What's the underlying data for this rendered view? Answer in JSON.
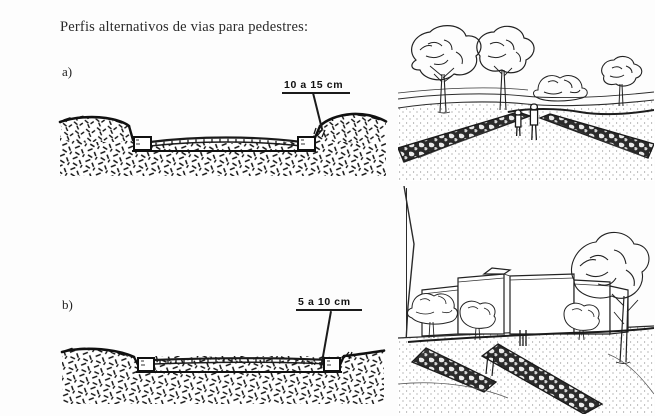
{
  "document": {
    "title": "Perfis alternativos de vias para pedestres:",
    "language": "pt-BR",
    "background_color": "#fdfdfd",
    "ink_color": "#1a1a1a"
  },
  "panels": [
    {
      "id": "a",
      "label": "a)",
      "dimension_callout": "10 a 15 cm",
      "cross_section": {
        "name": "cross-section-profile-a",
        "description": "Perfil transversal com depressao central entre duas bordas elevadas",
        "ground_fill": "hatched",
        "edge_blocks": 2
      },
      "perspective": {
        "name": "perspective-sketch-a",
        "description": "Paisagem com arvores, caminho de pedras e duas figuras humanas",
        "elements": [
          "arvores",
          "horizonte",
          "caminho",
          "pedestres",
          "meio-fio de pedra"
        ]
      }
    },
    {
      "id": "b",
      "label": "b)",
      "dimension_callout": "5 a 10 cm",
      "cross_section": {
        "name": "cross-section-profile-b",
        "description": "Perfil transversal raso, quase plano, com bordas baixas",
        "ground_fill": "hatched",
        "edge_blocks": 2
      },
      "perspective": {
        "name": "perspective-sketch-b",
        "description": "Edificacoes ao fundo, arbustos, arvore e caminhos convergentes",
        "elements": [
          "edificios",
          "arbustos",
          "arvore",
          "caminhos",
          "meio-fio de pedra"
        ]
      }
    }
  ]
}
